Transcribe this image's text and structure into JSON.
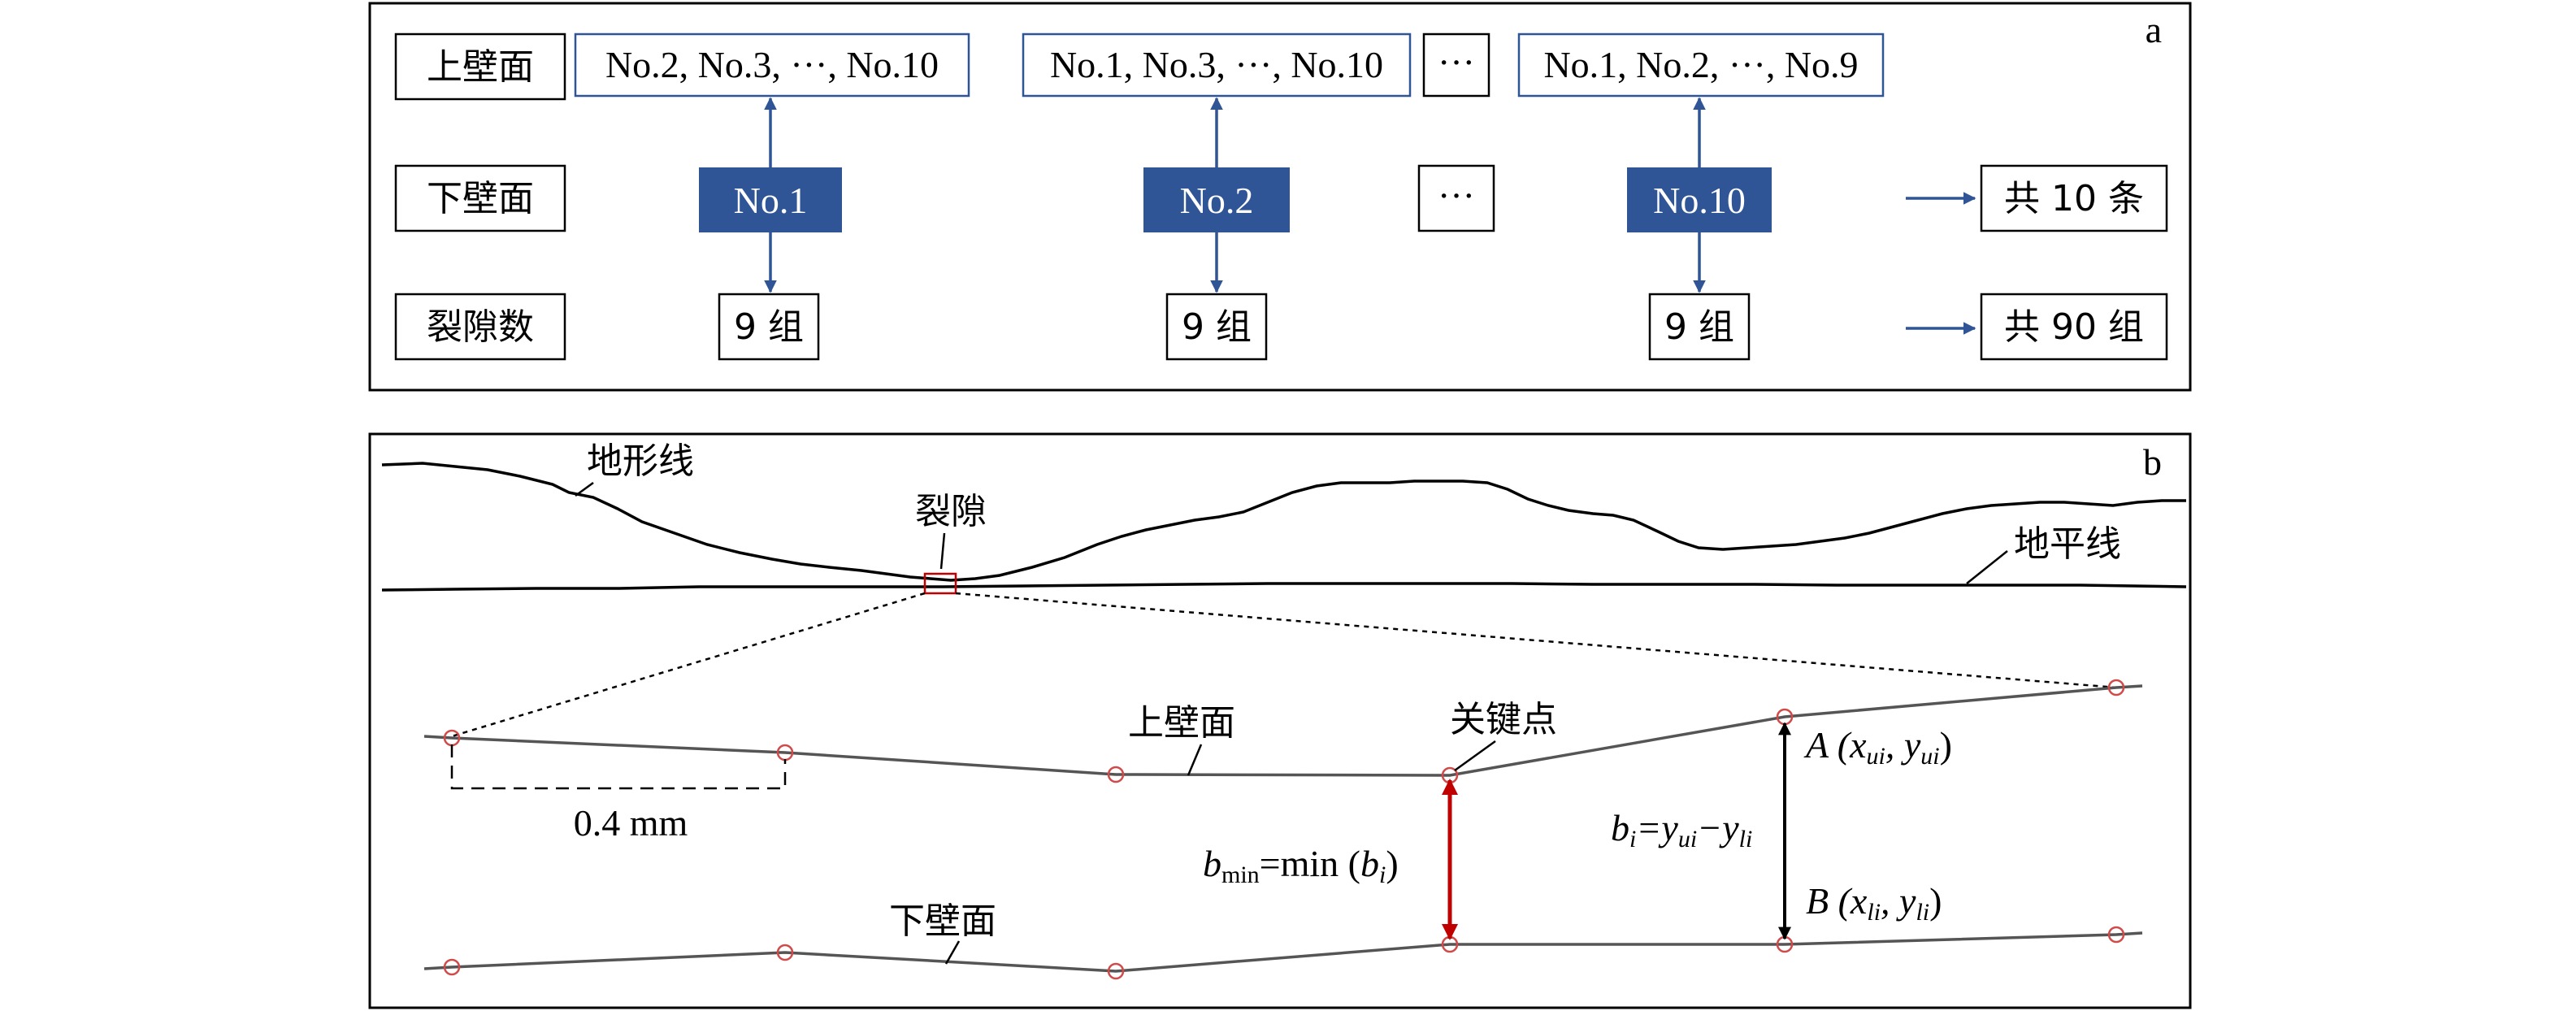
{
  "colors": {
    "blue": "#2f5597",
    "red": "#c00000",
    "point_circle": "#d04a4a",
    "frame": "#000000"
  },
  "panel_a": {
    "letter": "a",
    "rows": {
      "upper": "上壁面",
      "lower": "下壁面",
      "count": "裂隙数"
    },
    "columns": [
      {
        "upper": "No.2, No.3, ···, No.10",
        "lower": "No.1",
        "count": "9 组"
      },
      {
        "upper": "No.1, No.3, ···, No.10",
        "lower": "No.2",
        "count": "9 组"
      },
      {
        "upper": "···",
        "lower": "···"
      },
      {
        "upper": "No.1, No.2, ···, No.9",
        "lower": "No.10",
        "count": "9 组"
      }
    ],
    "totals": {
      "lower": "共 10 条",
      "count": "共 90 组"
    }
  },
  "panel_b": {
    "letter": "b",
    "terrain_label": "地形线",
    "fracture_label": "裂隙",
    "horizon_label": "地平线",
    "upper_wall_label": "上壁面",
    "lower_wall_label": "下壁面",
    "keypoint_label": "关键点",
    "spacing_label": "0.4 mm",
    "bmin": {
      "b": "b",
      "sub": "min",
      "rest": "=min (",
      "bi": "b",
      "i": "i",
      "close": ")"
    },
    "point_a": {
      "name": "A",
      "open": " (x",
      "sub1": "ui",
      "comma": ", y",
      "sub2": "ui",
      "close": ")"
    },
    "point_b": {
      "name": "B",
      "open": " (x",
      "sub1": "li",
      "comma": ", y",
      "sub2": "li",
      "close": ")"
    },
    "bi_eq": {
      "b": "b",
      "i": "i",
      "eq": "=y",
      "ui": "ui",
      "minus": "−y",
      "li": "li"
    }
  }
}
